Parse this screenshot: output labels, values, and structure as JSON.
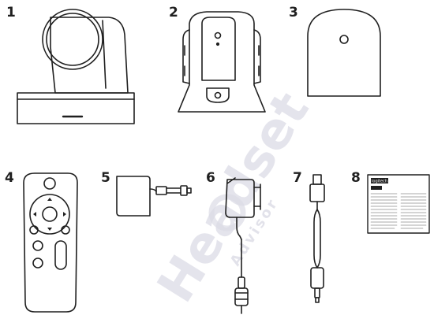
{
  "items": [
    {
      "number": "1",
      "icon": "ptz-camera-icon"
    },
    {
      "number": "2",
      "icon": "camera-mount-icon"
    },
    {
      "number": "3",
      "icon": "mount-cover-icon"
    },
    {
      "number": "4",
      "icon": "remote-control-icon"
    },
    {
      "number": "5",
      "icon": "power-adapter-icon"
    },
    {
      "number": "6",
      "icon": "power-plug-adapter-icon"
    },
    {
      "number": "7",
      "icon": "usb-cable-icon"
    },
    {
      "number": "8",
      "icon": "documentation-icon"
    }
  ],
  "documentation": {
    "brand": "logitech"
  },
  "watermark": {
    "line1": "Headset",
    "line2": "Advisor"
  },
  "colors": {
    "stroke": "#1f1f1f",
    "watermark": "#dcdce6"
  }
}
